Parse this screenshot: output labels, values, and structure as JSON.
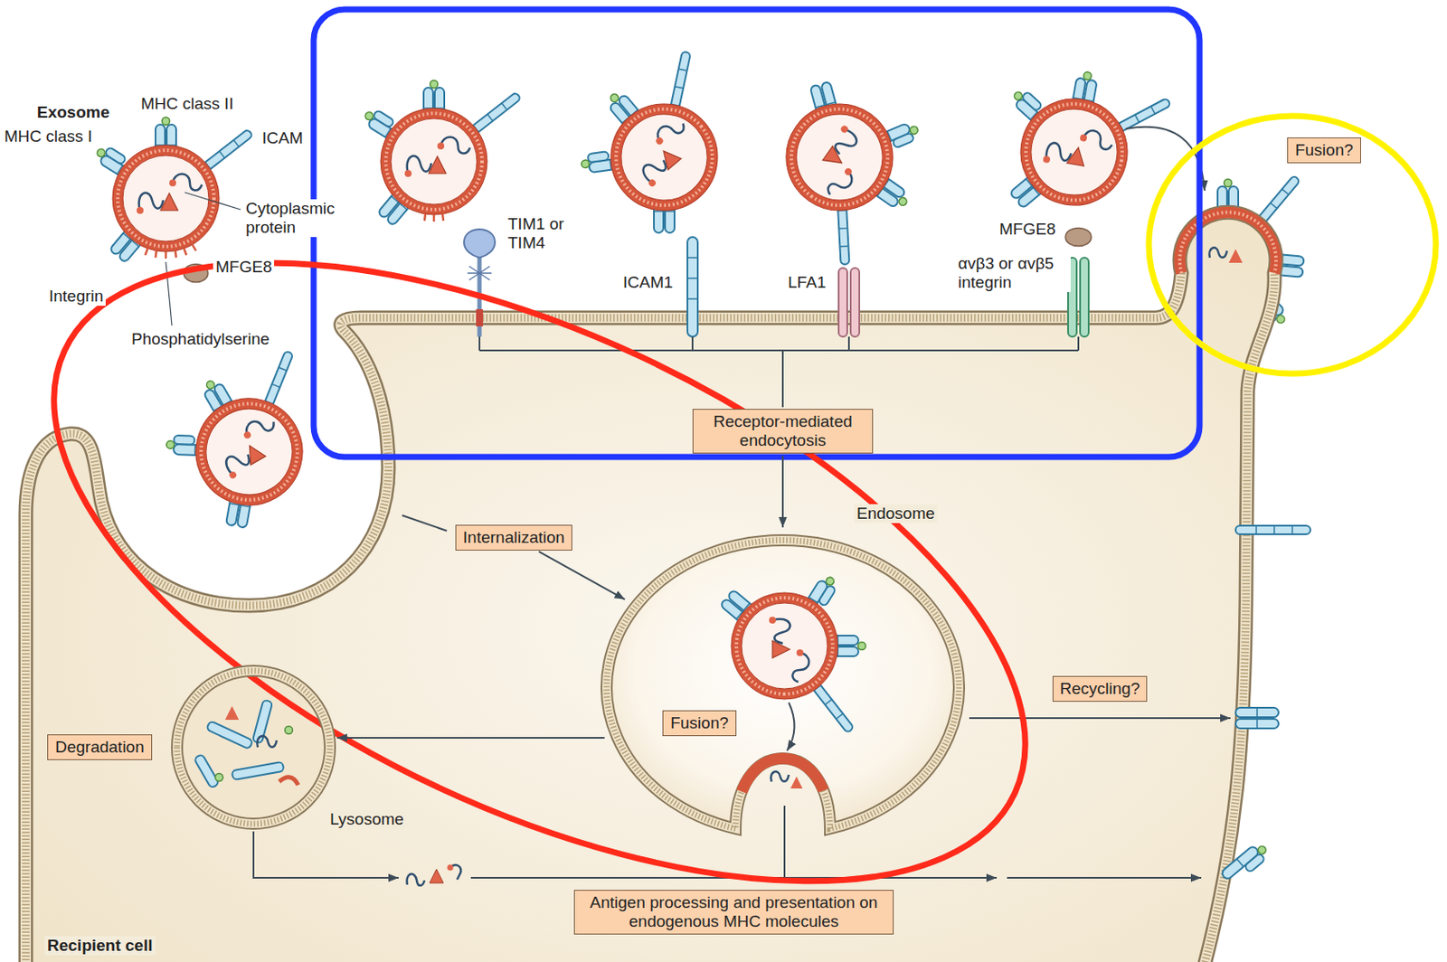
{
  "diagram": {
    "nodes": [
      {
        "text": [
          "Fusion?"
        ]
      },
      {
        "text": [
          "Receptor-mediated endocytosis"
        ]
      },
      {
        "text": [
          "Internalization"
        ]
      },
      {
        "text": [
          "Endosome"
        ]
      },
      {
        "text": [
          "Fusion?"
        ],
        "in": 3
      },
      {
        "text": [
          "Recycling?"
        ]
      },
      {
        "text": [
          "Degradation"
        ]
      },
      {
        "text": [
          "Lysosome"
        ]
      },
      {
        "text": [
          "Antigen processing and presentation on endogenous MHC molecules"
        ]
      }
    ],
    "edges": [
      {
        "from": 1,
        "to": 3,
        "arrow": "to"
      },
      {
        "from": 2,
        "to": 3,
        "arrow": "to"
      },
      {
        "from": 3,
        "to": 7,
        "arrow": "to"
      }
    ],
    "labels": [
      "Exosome",
      "MHC class II",
      "MHC class I",
      "ICAM",
      "Cytoplasmic protein",
      "Integrin",
      "MFGE8",
      "Phosphatidylserine",
      "TIM1 or TIM4",
      "ICAM1",
      "LFA1",
      "MFGE8",
      "αvβ3 or αvβ5 integrin",
      "Recipient cell"
    ]
  }
}
